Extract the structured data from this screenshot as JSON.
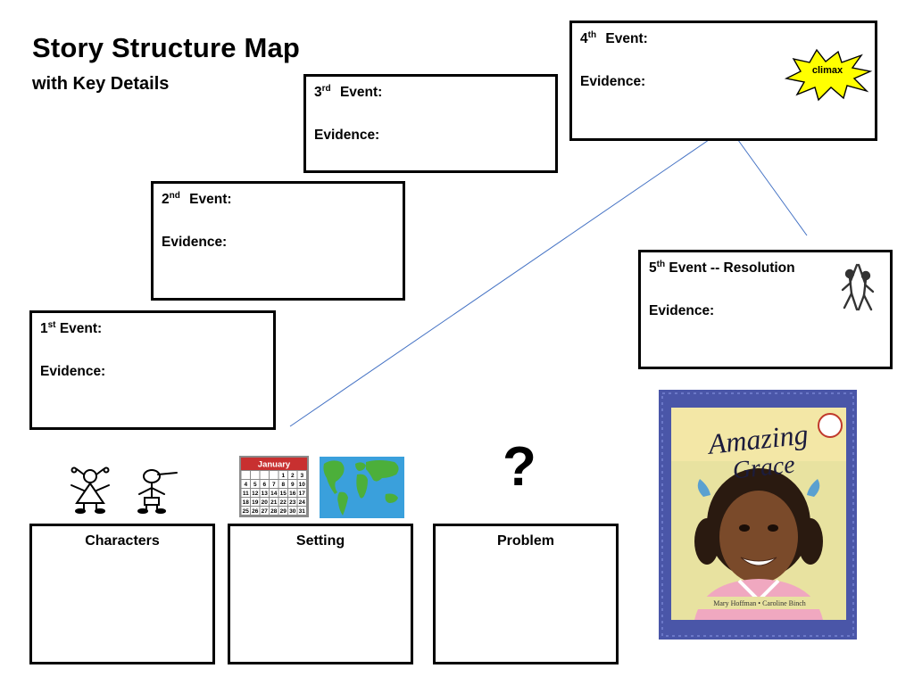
{
  "header": {
    "title": "Story Structure Map",
    "subtitle": "with Key Details"
  },
  "events": [
    {
      "num": "1",
      "suffix": "st",
      "label": "Event:",
      "evidence": "Evidence:"
    },
    {
      "num": "2",
      "suffix": "nd",
      "label": "Event:",
      "evidence": "Evidence:"
    },
    {
      "num": "3",
      "suffix": "rd",
      "label": "Event:",
      "evidence": "Evidence:"
    },
    {
      "num": "4",
      "suffix": "th",
      "label": "Event:",
      "evidence": "Evidence:",
      "badge": "climax"
    },
    {
      "num": "5",
      "suffix": "th",
      "label": "Event  -- Resolution",
      "evidence": "Evidence:"
    }
  ],
  "bottom_boxes": {
    "characters": "Characters",
    "setting": "Setting",
    "problem": "Problem"
  },
  "problem_symbol": "?",
  "calendar": {
    "month": "January",
    "days": [
      "1",
      "2",
      "3",
      "4",
      "5",
      "6",
      "7",
      "8",
      "9",
      "10",
      "11",
      "12",
      "13",
      "14",
      "15",
      "16",
      "17",
      "18",
      "19",
      "20",
      "21",
      "22",
      "23",
      "24",
      "25",
      "26",
      "27",
      "28",
      "29",
      "30",
      "31"
    ]
  },
  "book": {
    "title_line1": "Amazing",
    "title_line2": "Grace",
    "authors": "Mary Hoffman • Caroline Binch"
  },
  "icons": [
    "girl-stick-figure-icon",
    "boy-stick-figure-icon",
    "calendar-icon",
    "world-map-icon",
    "climax-burst-icon",
    "dancing-figures-icon",
    "question-mark-icon"
  ],
  "colors": {
    "connector_line": "#4472c4",
    "burst_fill": "#ffff00",
    "book_border": "#4a56a8",
    "map_ocean": "#3aa0dc",
    "map_land": "#4caf3a"
  }
}
